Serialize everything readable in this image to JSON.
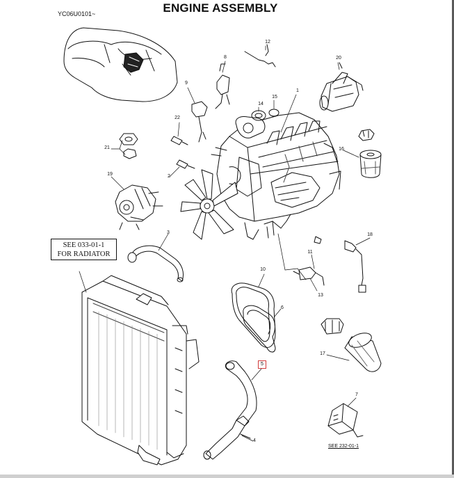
{
  "header": {
    "title": "ENGINE ASSEMBLY",
    "figure_code": "YC06U0101~"
  },
  "callout": {
    "line1": "SEE 033-01-1",
    "line2": "FOR RADIATOR"
  },
  "see_reference": "SEE 232-01-1",
  "part_numbers": {
    "p1": "1",
    "p2": "2",
    "p3": "3",
    "p4": "4",
    "p5": "5",
    "p6": "6",
    "p7": "7",
    "p8": "8",
    "p9": "9",
    "p10": "10",
    "p11": "11",
    "p12": "12",
    "p13": "13",
    "p14": "14",
    "p15": "15",
    "p16": "16",
    "p17": "17",
    "p18": "18",
    "p19": "19",
    "p20": "20",
    "p21": "21",
    "p22": "22"
  },
  "colors": {
    "line": "#111111",
    "highlight": "#d23b3b",
    "shade": "#e9e9e9"
  }
}
